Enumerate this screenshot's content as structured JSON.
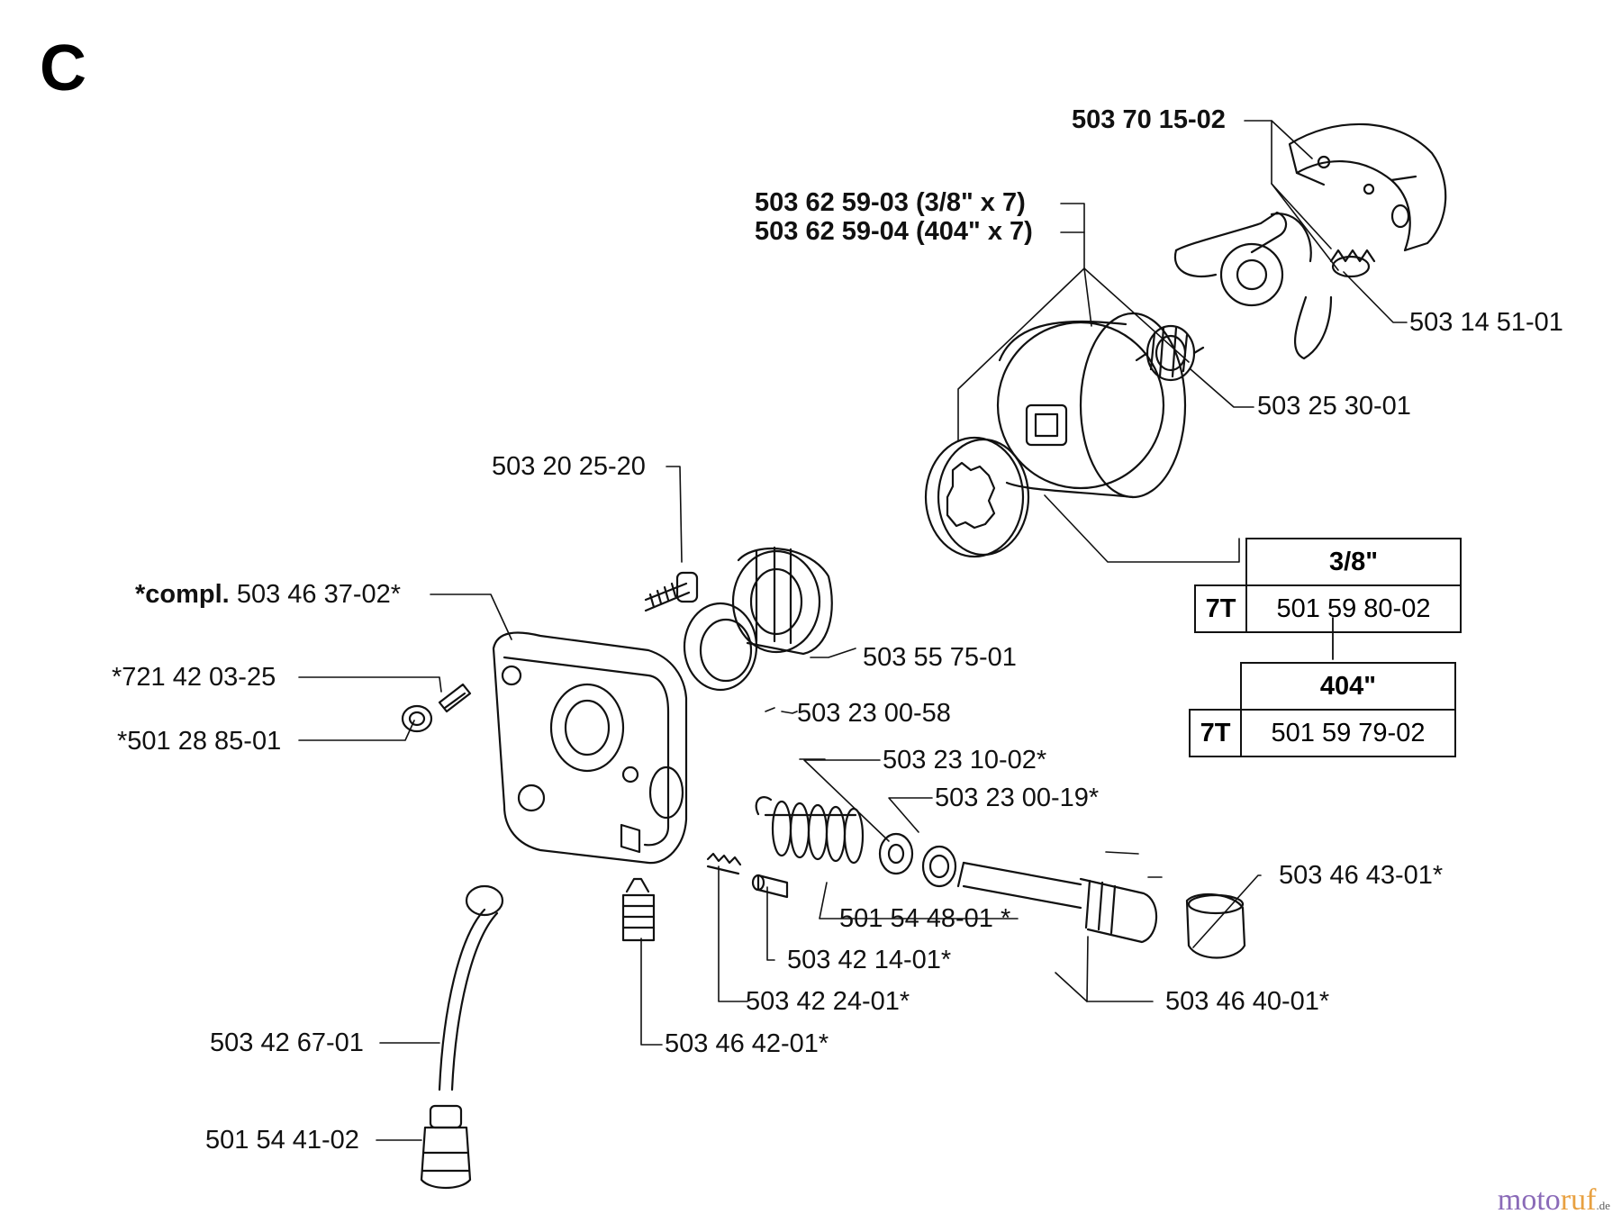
{
  "section_letter": "C",
  "callouts": {
    "clutch_shoes": "503 70 15-02",
    "drum_38": "503 62 59-03 (3/8\" x 7)",
    "drum_404": "503 62 59-04 (404\" x 7)",
    "clutch_spring": "503 14 51-01",
    "needle_bearing": "503 25 30-01",
    "screw": "503 20 25-20",
    "pump_compl_prefix": "*compl.",
    "pump_compl": "503 46 37-02*",
    "pin": "*721 42 03-25",
    "oring_small": "*501 28 85-01",
    "worm_gear": "503 55 75-01",
    "washer": "503 23 00-58",
    "washer_b": "503 23 10-02*",
    "oring_b": "503 23 00-19*",
    "cap": "503 46 43-01*",
    "spring": "501 54 48-01 *",
    "plunger": "503 42 14-01*",
    "small_spring": "503 42 24-01*",
    "pump_shaft": "503 46 40-01*",
    "hose": "503 42 67-01",
    "nipple": "503 46 42-01*",
    "filter": "501 54 41-02"
  },
  "rim_table": {
    "groups": [
      {
        "header": "3/8\"",
        "teeth": "7T",
        "part": "501 59 80-02"
      },
      {
        "header": "404\"",
        "teeth": "7T",
        "part": "501 59 79-02"
      }
    ]
  },
  "watermark": {
    "main_a": "moto",
    "main_b": "ruf",
    "suffix": ".de"
  }
}
